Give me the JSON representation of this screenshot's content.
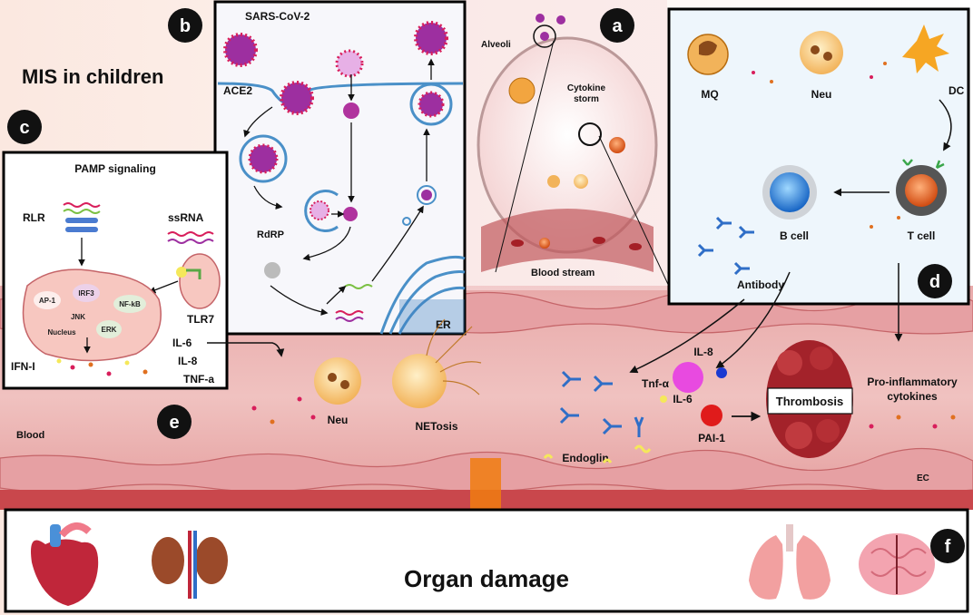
{
  "title": "MIS in children",
  "panels": {
    "a": "a",
    "b": "b",
    "c": "c",
    "d": "d",
    "e": "e",
    "f": "f"
  },
  "panel_a": {
    "alveoli": "Alveoli",
    "cytokine_storm_1": "Cytokine",
    "cytokine_storm_2": "storm",
    "blood_stream": "Blood stream"
  },
  "panel_b": {
    "virus": "SARS-CoV-2",
    "receptor": "ACE2",
    "polymerase": "RdRP",
    "er": "ER"
  },
  "panel_c": {
    "heading": "PAMP signaling",
    "rlr": "RLR",
    "ssrna": "ssRNA",
    "tlr7": "TLR7",
    "ap1": "AP-1",
    "irf3": "IRF3",
    "nfkb": "NF-kB",
    "jnk": "JNK",
    "erk": "ERK",
    "nucleus": "Nucleus",
    "ifn": "IFN-I"
  },
  "panel_d": {
    "mq": "MQ",
    "neu": "Neu",
    "dc": "DC",
    "bcell": "B cell",
    "tcell": "T cell",
    "antibody": "Antibody"
  },
  "panel_e": {
    "il6": "IL-6",
    "il8": "IL-8",
    "tnfa": "TNF-a",
    "neu": "Neu",
    "netosis": "NETosis",
    "blood": "Blood",
    "endoglin": "Endoglin",
    "il8_b": "IL-8",
    "tnf_alpha": "Tnf-α",
    "il6_b": "IL-6",
    "pai1": "PAI-1",
    "thrombosis": "Thrombosis",
    "proinf_1": "Pro-inflammatory",
    "proinf_2": "cytokines",
    "ec": "EC"
  },
  "panel_f": {
    "label": "Organ damage"
  },
  "colors": {
    "vessel": "#e7a5a5",
    "vessel_dark": "#c0585c",
    "panel_border": "#000000",
    "orange_arrow": "#f07c10",
    "virus_spike": "#d81e5b",
    "virus_body": "#9d2fa0"
  }
}
